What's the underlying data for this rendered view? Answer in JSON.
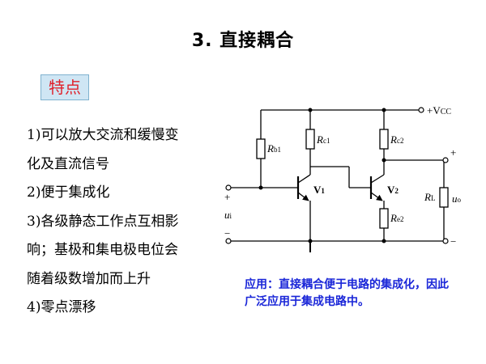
{
  "slide": {
    "title": "3. 直接耦合",
    "badge": "特点",
    "points": [
      "1)可以放大交流和缓慢变",
      "化及直流信号",
      "2)便于集成化",
      "3)各级静态工作点互相影",
      "响；基极和集电极电位会",
      "随着级数增加而上升",
      "4)零点漂移"
    ],
    "note": "应用：直接耦合便于电路的集成化，因此广泛应用于集成电路中。"
  },
  "circuit": {
    "vcc": {
      "main": "+V",
      "sub": "CC"
    },
    "rb1": {
      "main": "R",
      "sub": "b1"
    },
    "rc1": {
      "main": "R",
      "sub": "c1"
    },
    "rc2": {
      "main": "R",
      "sub": "c2"
    },
    "re2": {
      "main": "R",
      "sub": "e2"
    },
    "rl": {
      "main": "R",
      "sub": "L"
    },
    "v1": {
      "main": "V",
      "sub": "1"
    },
    "v2": {
      "main": "V",
      "sub": "2"
    },
    "ui": {
      "main": "u",
      "sub": "i"
    },
    "uo": {
      "main": "u",
      "sub": "o"
    },
    "in_plus": "+",
    "in_minus": "−",
    "out_plus": "+",
    "out_minus": "−"
  },
  "colors": {
    "badge_text": "#e0202a",
    "badge_bg": "#cfe6f4",
    "note_text": "#1a26d8"
  }
}
